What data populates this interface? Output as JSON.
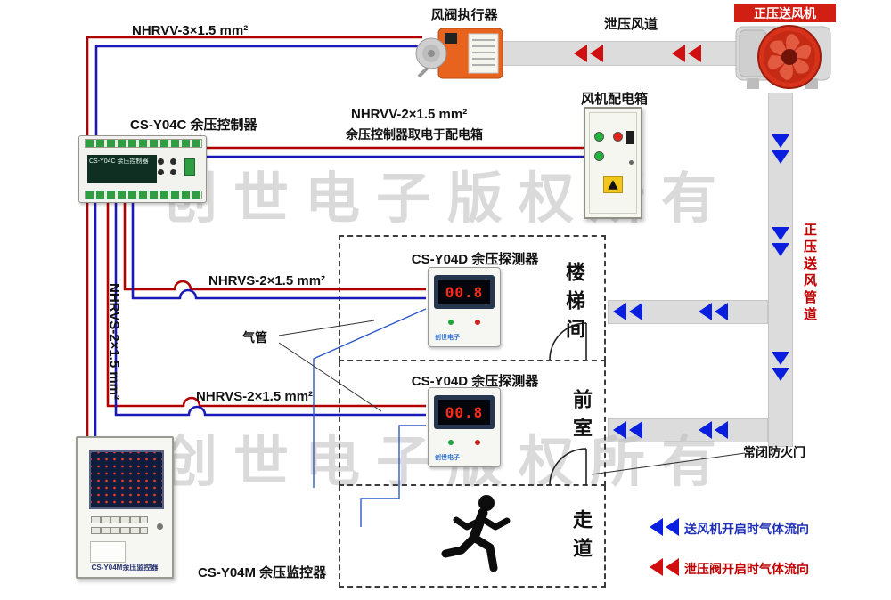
{
  "watermark": "创世电子版权所有",
  "labels": {
    "actuator": "风阀执行器",
    "relief_duct": "泄压风道",
    "fan": "正压送风机",
    "fan_box": "风机配电箱",
    "controller": "CS-Y04C 余压控制器",
    "monitor": "CS-Y04M 余压监控器",
    "detector1": "CS-Y04D 余压探测器",
    "detector2": "CS-Y04D 余压探测器",
    "supply_duct": "正压送风管道",
    "air_tube": "气管",
    "fire_door": "常闭防火门"
  },
  "cables": {
    "to_actuator": "NHRVV-3×1.5 mm²",
    "to_fan_box": "NHRVV-2×1.5 mm²",
    "to_fan_box_note": "余压控制器取电于配电箱",
    "left_riser": "NHRVS-2×1.5 mm²",
    "to_detector1": "NHRVS-2×1.5 mm²",
    "to_detector2": "NHRVS-2×1.5 mm²"
  },
  "rooms": {
    "stairwell": "楼梯间",
    "front_room": "前室",
    "corridor": "走道"
  },
  "devices": {
    "controller_lcd": "CS-Y04C 余压控制器",
    "detector1_reading": "00.8",
    "detector2_reading": "00.8",
    "detector_logo": "创世电子",
    "monitor_panel_label": "CS-Y04M余压监控器"
  },
  "legend": {
    "supply_flow": "送风机开启时气体流向",
    "relief_flow": "泄压阀开启时气体流向"
  },
  "colors": {
    "wire_red": "#b20000",
    "wire_blue": "#1a1ab8",
    "arrow_red": "#d01010",
    "arrow_blue": "#0a1ee0",
    "duct_gray": "#dcdcdc",
    "fan_red": "#d32814",
    "actuator_orange": "#e8641e"
  }
}
